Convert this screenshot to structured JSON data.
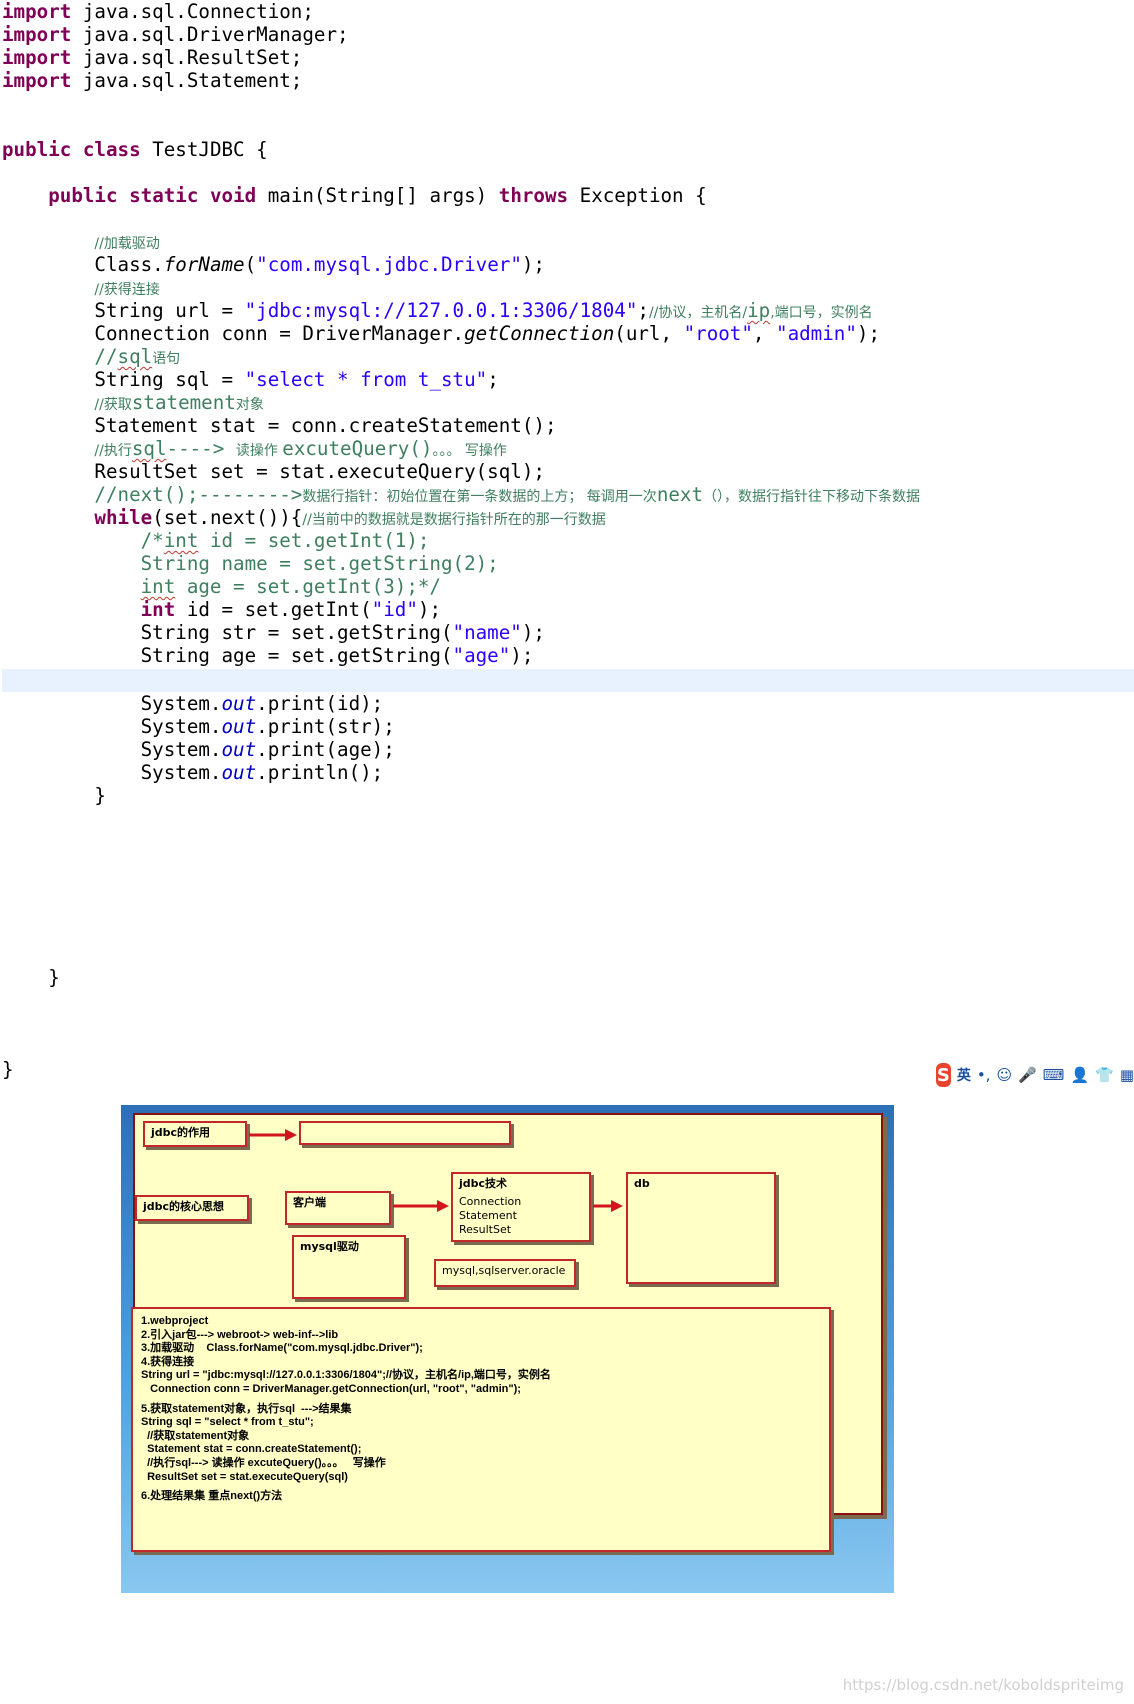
{
  "code": {
    "imports": [
      "java.sql.Connection;",
      "java.sql.DriverManager;",
      "java.sql.ResultSet;",
      "java.sql.Statement;"
    ],
    "kw_import": "import",
    "kw_public": "public",
    "kw_class": "class",
    "kw_static": "static",
    "kw_void": "void",
    "kw_throws": "throws",
    "kw_while": "while",
    "kw_int": "int",
    "class_name": " TestJDBC {",
    "main_sig": " main(String[] args) ",
    "main_exc": " Exception {",
    "c_load_driver": "//加载驱动",
    "forname_pre": "Class.",
    "forname_m": "forName",
    "forname_arg": "\"com.mysql.jdbc.Driver\"",
    "c_get_conn": "//获得连接",
    "url_pre": "String url = ",
    "url_val": "\"jdbc:mysql://127.0.0.1:3306/1804\"",
    "url_cm_1": "//协议，主机名/",
    "url_cm_ip": "ip",
    "url_cm_2": ",端口号，实例名",
    "conn_pre": "Connection conn = DriverManager.",
    "conn_m": "getConnection",
    "conn_mid": "(url, ",
    "conn_user": "\"root\"",
    "conn_pass": "\"admin\"",
    "c_sql_1": "//",
    "c_sql_word": "sql",
    "c_sql_2": "语句",
    "sql_pre": "String sql = ",
    "sql_val": "\"select * from t_stu\"",
    "c_stat_1": "//获取",
    "c_stat_2": "statement",
    "c_stat_3": "对象",
    "stat_line": "Statement stat = conn.createStatement();",
    "c_exec_1": "//执行",
    "c_exec_sql": "sql",
    "c_exec_2": "----> ",
    "c_exec_3": "读操作 ",
    "c_exec_4": "excuteQuery()",
    "c_exec_5": "。。。 写操作",
    "rs_line": "ResultSet set = stat.executeQuery(sql);",
    "c_next_1": "//next();-------->",
    "c_next_2": "数据行指针：初始位置在第一条数据的上方； 每调用一次",
    "c_next_3": "next",
    "c_next_4": "（），数据行指针往下移动下条数据",
    "while_rest": "(set.next()){",
    "c_while": "//当前中的数据就是数据行指针所在的那一行数据",
    "bc1_a": "/*",
    "bc1_b": "int",
    "bc1_c": " id = set.getInt(1);",
    "bc2": "String name = set.getString(2);",
    "bc3_a": "int",
    "bc3_b": " age = set.getInt(3);*/",
    "id_rest": " id = set.getInt(",
    "id_arg": "\"id\"",
    "id_end": ");",
    "str_pre": "String str = set.getString(",
    "str_arg": "\"name\"",
    "age_pre": "String age = set.getString(",
    "age_arg": "\"age\"",
    "sys_pre": "System.",
    "sys_out": "out",
    "p1": ".print(id);",
    "p2": ".print(str);",
    "p3": ".print(age);",
    "p4": ".println();",
    "brace": "}"
  },
  "ime": {
    "logo": "S",
    "mode": "英",
    "icons": [
      "•,",
      "☺",
      "🎤",
      "⌨",
      "👤",
      "👕",
      "▦"
    ]
  },
  "slide": {
    "box_role": "jdbc的作用",
    "box_core": "jdbc的核心思想",
    "box_client": "客户端",
    "box_driver": "mysql驱动",
    "box_tech_title": "jdbc技术",
    "box_tech_items": [
      "Connection",
      "Statement",
      "ResultSet"
    ],
    "box_dbs": "mysql,sqlserver.oracle",
    "box_db": "db",
    "notes": [
      "1.webproject",
      "2.引入jar包---> webroot-> web-inf-->lib",
      "3.加载驱动    Class.forName(\"com.mysql.jdbc.Driver\");",
      "4.获得连接",
      "String url = \"jdbc:mysql://127.0.0.1:3306/1804\";//协议，主机名/ip,端口号，实例名",
      "   Connection conn = DriverManager.getConnection(url, \"root\", \"admin\");",
      "5.获取statement对象，执行sql  --->结果集",
      "String sql = \"select * from t_stu\";",
      "  //获取statement对象",
      "  Statement stat = conn.createStatement();",
      "  //执行sql---> 读操作 excuteQuery()。。。   写操作",
      "  ResultSet set = stat.executeQuery(sql)",
      "6.处理结果集 重点next()方法"
    ]
  },
  "watermark": "https://blog.csdn.net/koboldspriteimg"
}
